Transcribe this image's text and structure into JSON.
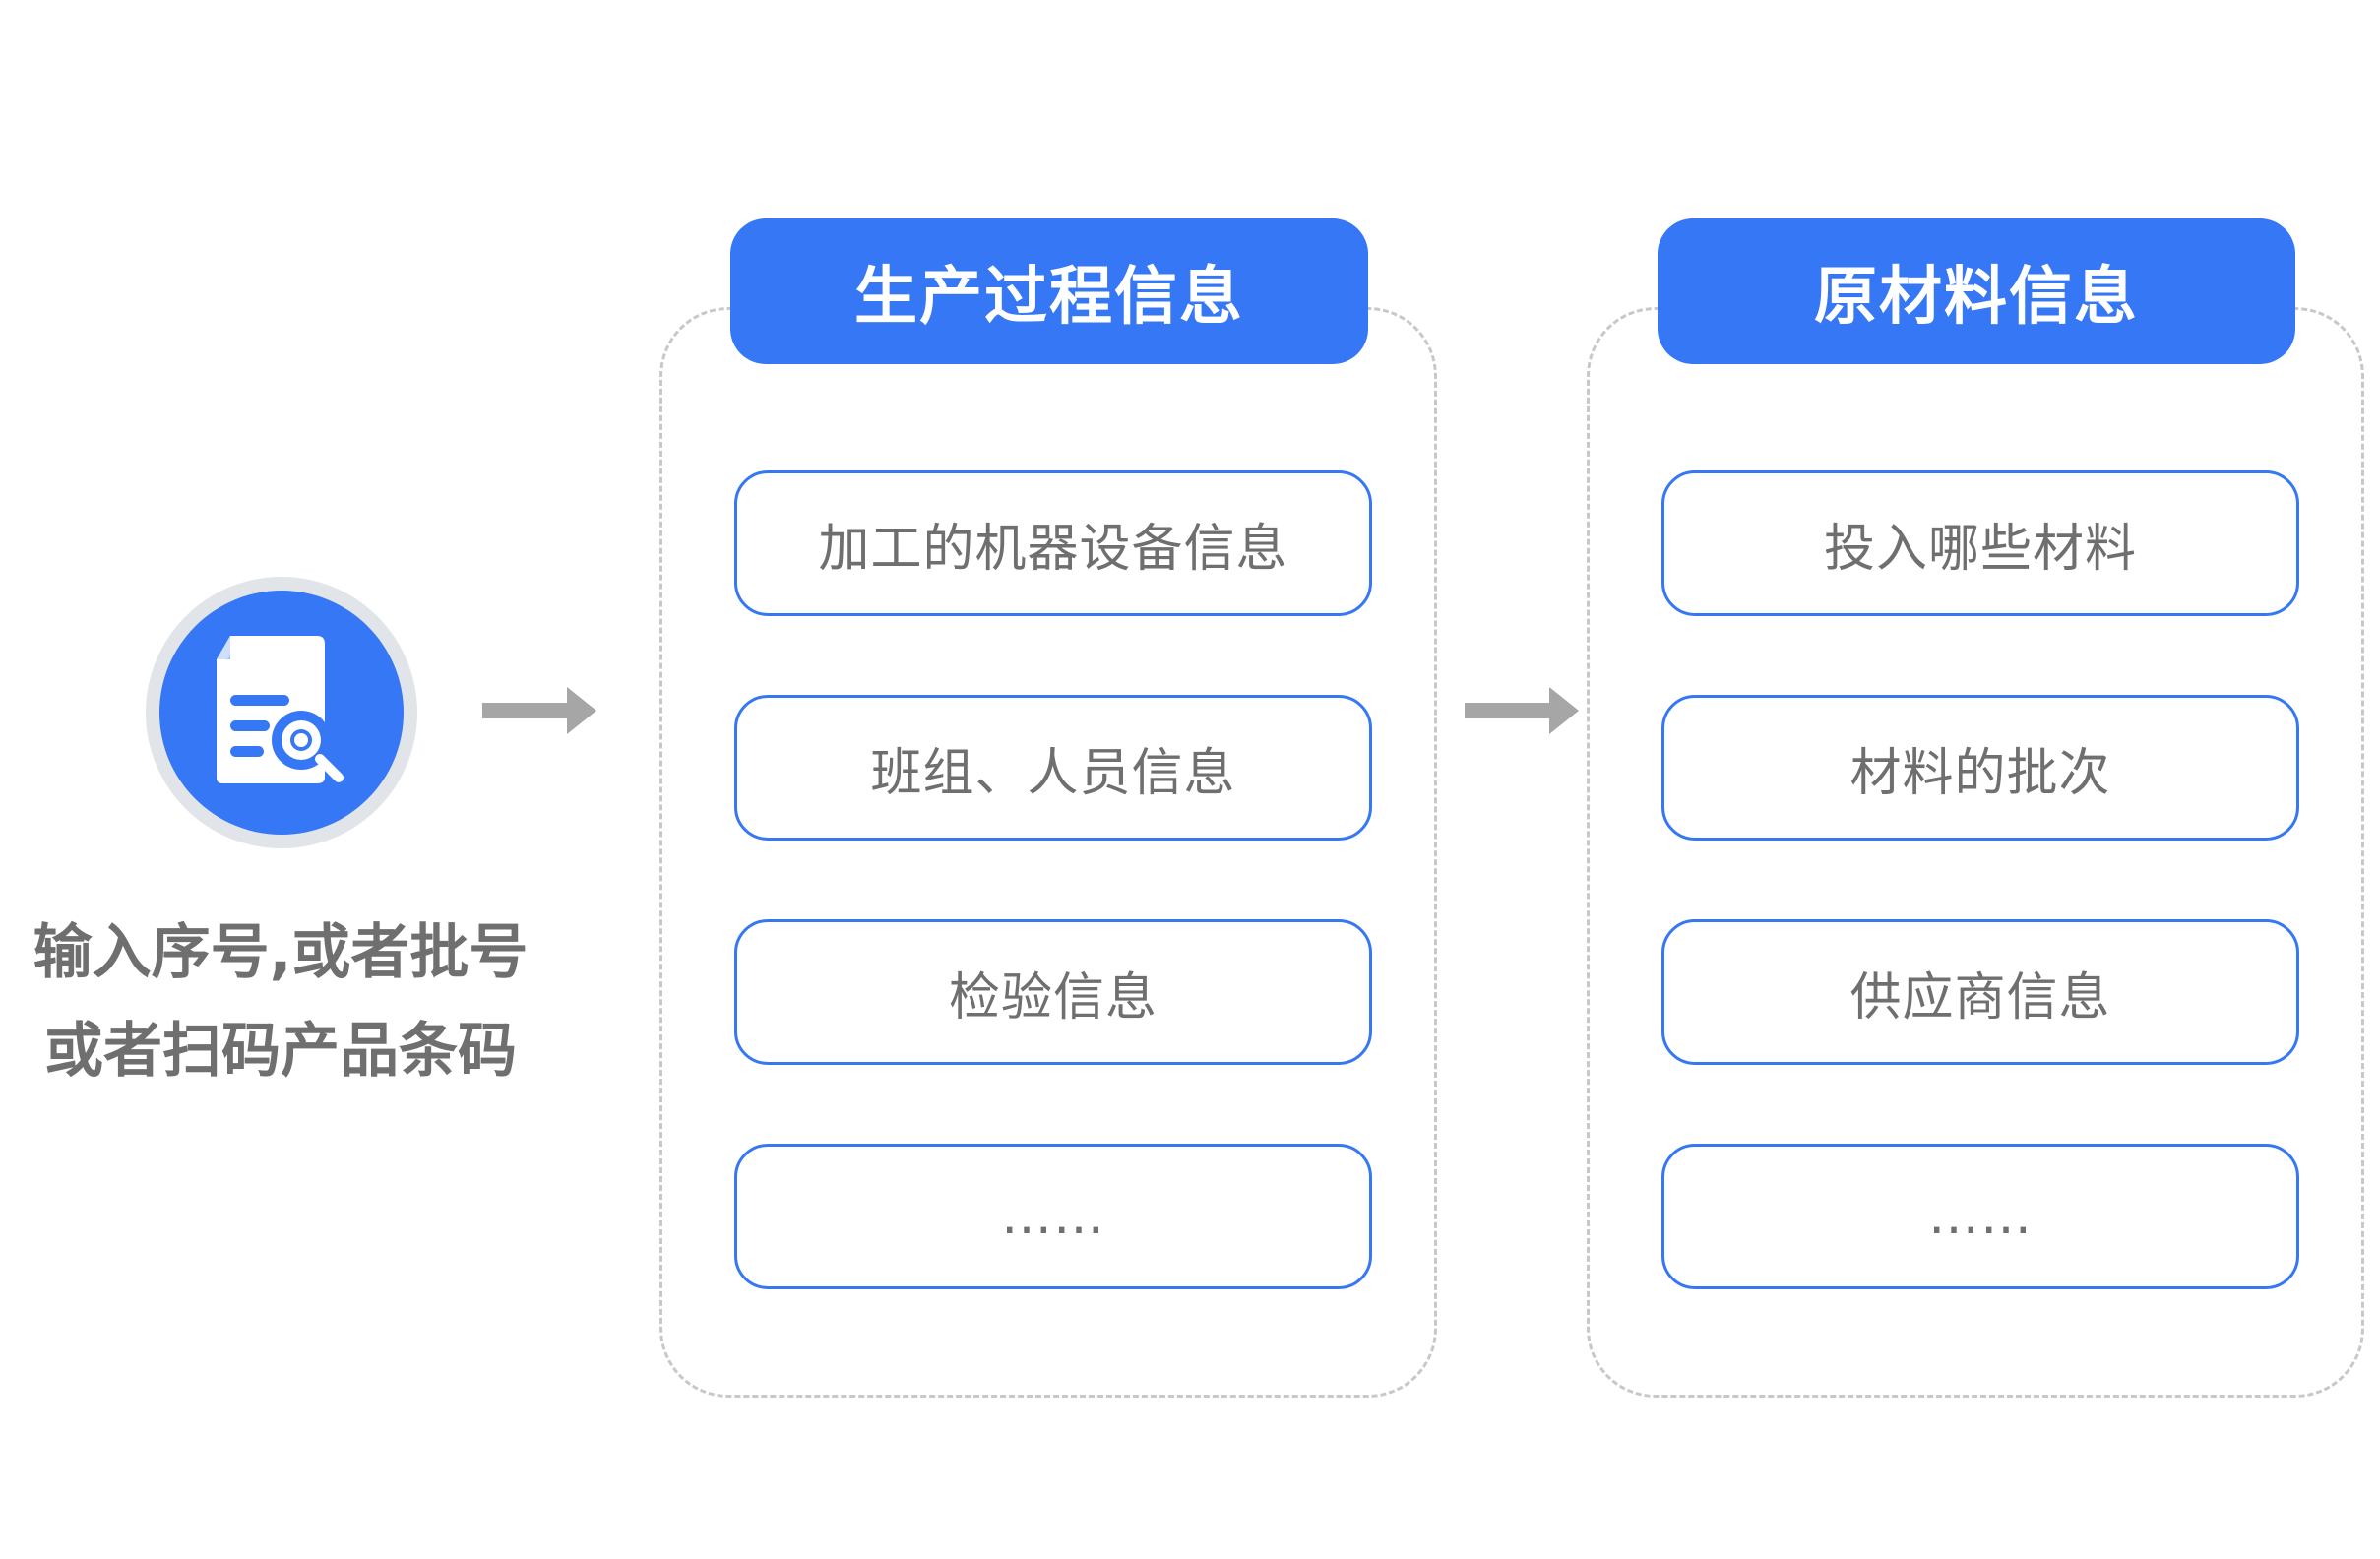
{
  "start": {
    "icon": "document-search-icon",
    "caption_line1": "输入序号,或者批号",
    "caption_line2": "或者扫码产品条码"
  },
  "colors": {
    "primary": "#3677f5",
    "arrow": "#a6a6a6",
    "text": "#6f6f6f",
    "dashed_border": "#c8c8c8"
  },
  "panels": [
    {
      "header": "生产过程信息",
      "items": [
        "加工的机器设备信息",
        "班组、人员信息",
        "检验信息",
        "……"
      ]
    },
    {
      "header": "原材料信息",
      "items": [
        "投入哪些材料",
        "材料的批次",
        "供应商信息",
        "……"
      ]
    }
  ]
}
